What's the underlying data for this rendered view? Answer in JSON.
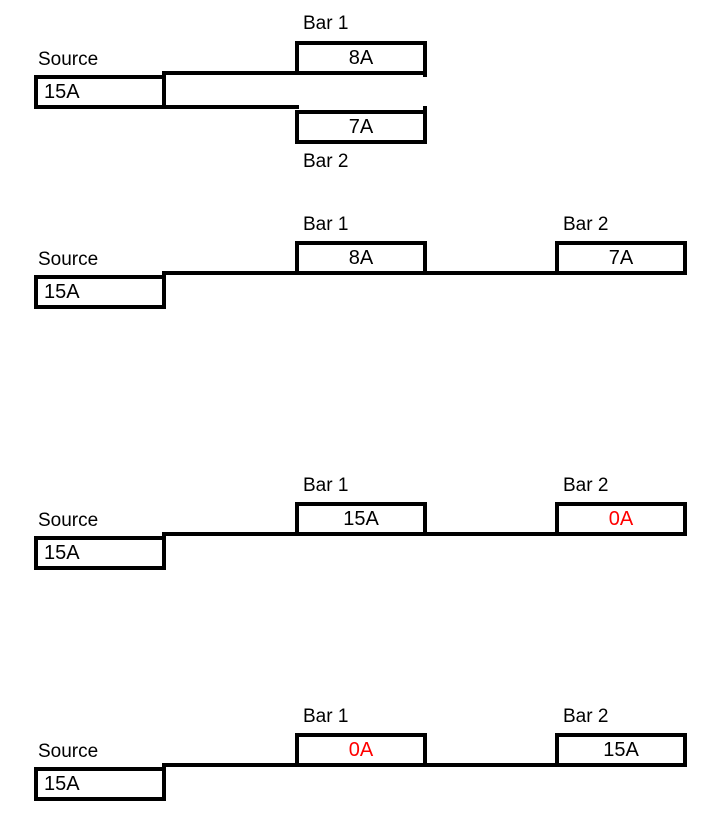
{
  "figure": {
    "title_text": "",
    "accent_red": "#FF0000",
    "line_color": "#000000",
    "background": "#FFFFFF"
  },
  "labels": {
    "source": "Source",
    "bar1": "Bar 1",
    "bar2": "Bar 2"
  },
  "diagrams": [
    {
      "id": "parallel-split",
      "source_label": "Source",
      "source_value": "15A",
      "source_value_color": "#000000",
      "bar1_caption": "Bar 1",
      "bar1_value": "8A",
      "bar1_value_color": "#000000",
      "bar1_caption_position": "above",
      "bar2_caption": "Bar 2",
      "bar2_value": "7A",
      "bar2_value_color": "#000000",
      "bar2_caption_position": "below"
    },
    {
      "id": "series-8-7",
      "source_label": "Source",
      "source_value": "15A",
      "source_value_color": "#000000",
      "bar1_caption": "Bar 1",
      "bar1_value": "8A",
      "bar1_value_color": "#000000",
      "bar1_caption_position": "above",
      "bar2_caption": "Bar 2",
      "bar2_value": "7A",
      "bar2_value_color": "#000000",
      "bar2_caption_position": "above"
    },
    {
      "id": "series-15-0",
      "source_label": "Source",
      "source_value": "15A",
      "source_value_color": "#000000",
      "bar1_caption": "Bar 1",
      "bar1_value": "15A",
      "bar1_value_color": "#000000",
      "bar1_caption_position": "above",
      "bar2_caption": "Bar 2",
      "bar2_value": "0A",
      "bar2_value_color": "#FF0000",
      "bar2_caption_position": "above"
    },
    {
      "id": "series-0-15",
      "source_label": "Source",
      "source_value": "15A",
      "source_value_color": "#000000",
      "bar1_caption": "Bar 1",
      "bar1_value": "0A",
      "bar1_value_color": "#FF0000",
      "bar1_caption_position": "above",
      "bar2_caption": "Bar 2",
      "bar2_value": "15A",
      "bar2_value_color": "#000000",
      "bar2_caption_position": "above"
    }
  ]
}
